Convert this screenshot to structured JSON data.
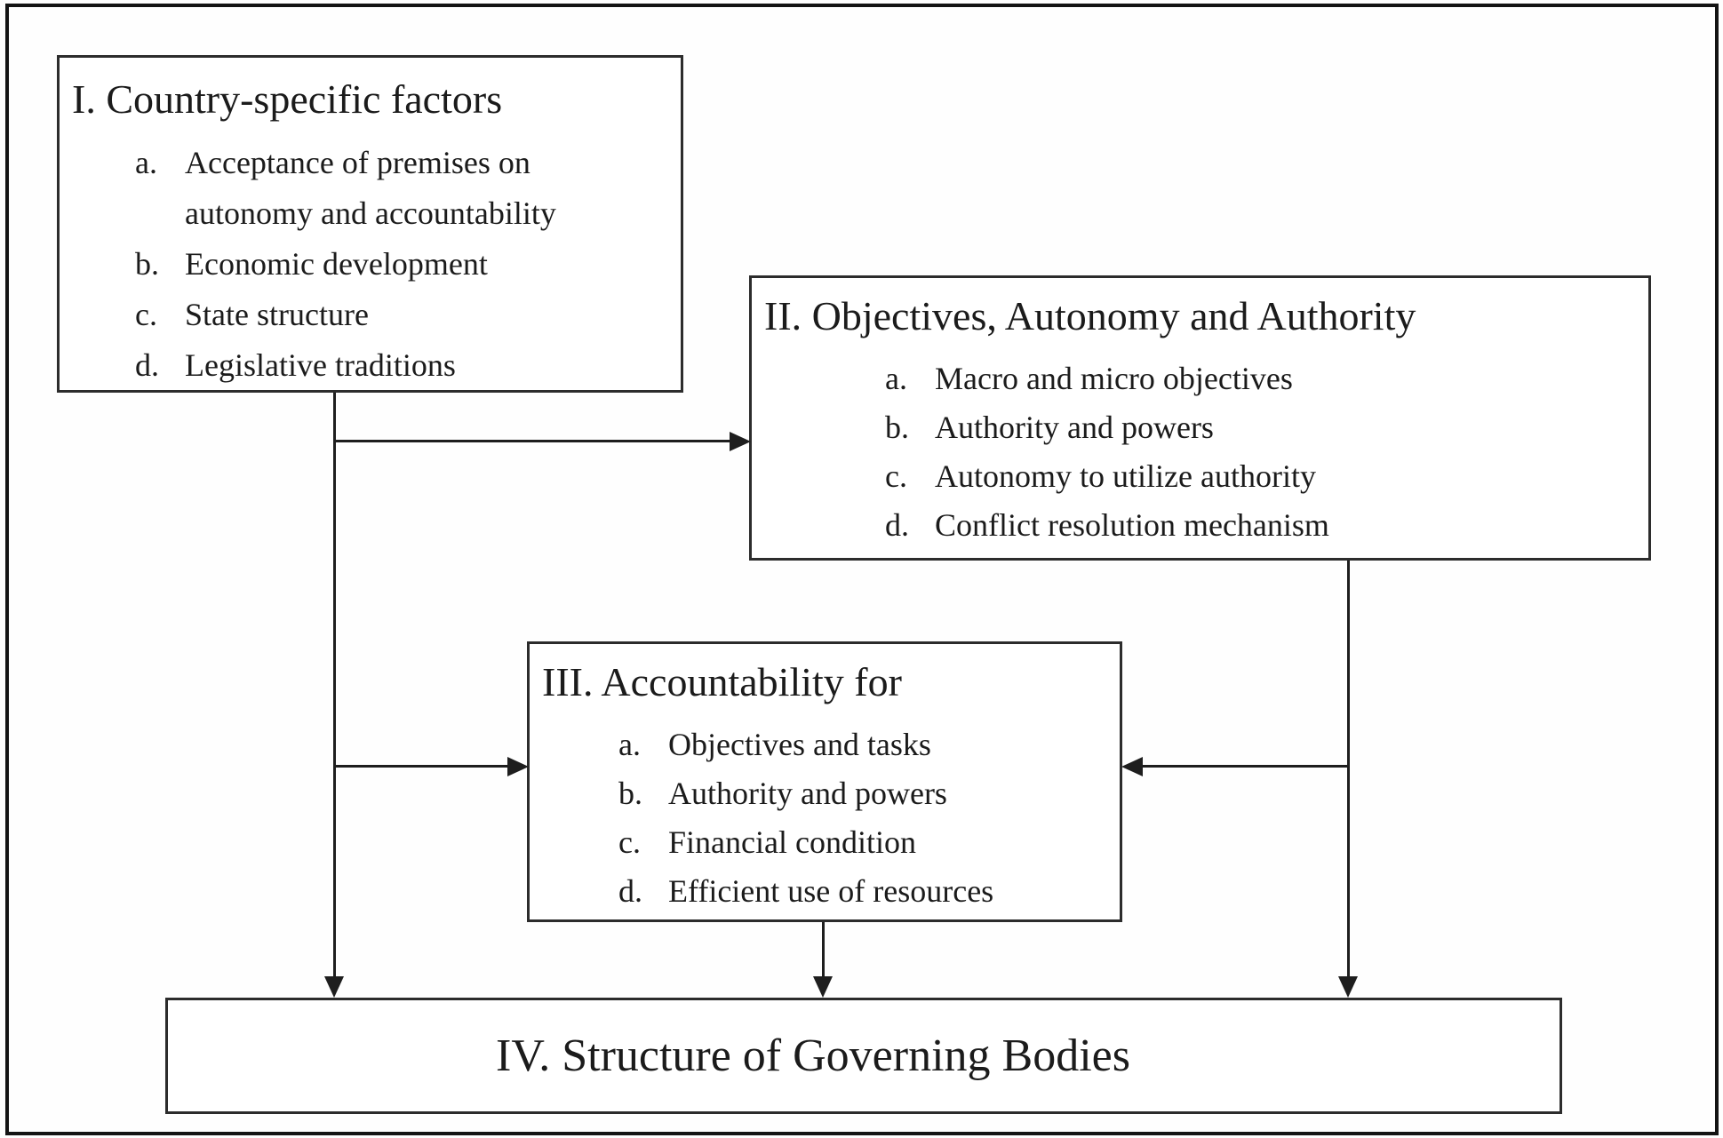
{
  "figure": {
    "background_color": "#ffffff",
    "line_color": "#1e1e1e",
    "text_color": "#1b1b1b"
  },
  "boxes": {
    "box_i": {
      "title": "I. Country-specific factors",
      "items": [
        {
          "label": "a.",
          "text": "Acceptance of premises on\nautonomy and accountability"
        },
        {
          "label": "b.",
          "text": "Economic development"
        },
        {
          "label": "c.",
          "text": "State structure"
        },
        {
          "label": "d.",
          "text": "Legislative traditions"
        }
      ]
    },
    "box_ii": {
      "title": "II. Objectives, Autonomy and Authority",
      "items": [
        {
          "label": "a.",
          "text": "Macro and micro objectives"
        },
        {
          "label": "b.",
          "text": "Authority and powers"
        },
        {
          "label": "c.",
          "text": "Autonomy to utilize authority"
        },
        {
          "label": "d.",
          "text": "Conflict resolution mechanism"
        }
      ]
    },
    "box_iii": {
      "title": "III. Accountability for",
      "items": [
        {
          "label": "a.",
          "text": "Objectives and tasks"
        },
        {
          "label": "b.",
          "text": "Authority and powers"
        },
        {
          "label": "c.",
          "text": "Financial condition"
        },
        {
          "label": "d.",
          "text": "Efficient use of resources"
        }
      ]
    },
    "box_iv": {
      "title": "IV. Structure of Governing Bodies"
    }
  },
  "connections": [
    {
      "from": "I",
      "to": "II"
    },
    {
      "from": "I",
      "to": "III"
    },
    {
      "from": "I",
      "to": "IV"
    },
    {
      "from": "II",
      "to": "III"
    },
    {
      "from": "II",
      "to": "IV"
    },
    {
      "from": "III",
      "to": "IV"
    }
  ]
}
